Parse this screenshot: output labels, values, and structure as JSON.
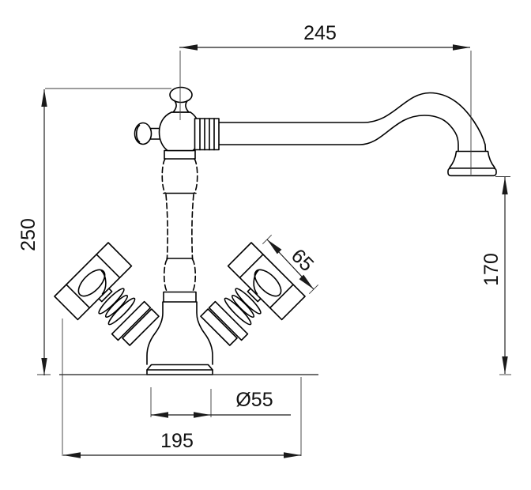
{
  "drawing": {
    "dimensions": {
      "spout_reach": "245",
      "overall_height": "250",
      "spout_outlet_height": "170",
      "handle_width": "65",
      "base_diameter": "Ø55",
      "overall_width": "195"
    }
  }
}
